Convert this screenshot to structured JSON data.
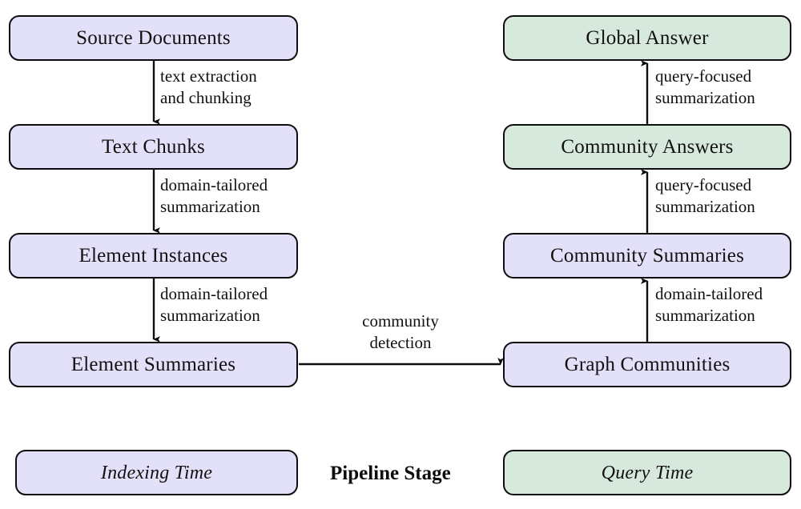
{
  "diagram": {
    "title_label": "Pipeline Stage",
    "colors": {
      "indexing_fill": "#e3e1f9",
      "query_fill": "#d7e8dc",
      "stroke": "#0d0d0d",
      "background": "#ffffff"
    },
    "nodes": {
      "source_documents": "Source Documents",
      "text_chunks": "Text Chunks",
      "element_instances": "Element Instances",
      "element_summaries": "Element Summaries",
      "graph_communities": "Graph Communities",
      "community_summaries": "Community Summaries",
      "community_answers": "Community Answers",
      "global_answer": "Global Answer"
    },
    "edge_labels": {
      "text_extraction": "text extraction\nand chunking",
      "domain_tailored_1": "domain-tailored\nsummarization",
      "domain_tailored_2": "domain-tailored\nsummarization",
      "community_detection": "community\ndetection",
      "domain_tailored_3": "domain-tailored\nsummarization",
      "query_focused_1": "query-focused\nsummarization",
      "query_focused_2": "query-focused\nsummarization"
    },
    "legend": {
      "indexing_time": "Indexing Time",
      "query_time": "Query Time"
    }
  }
}
